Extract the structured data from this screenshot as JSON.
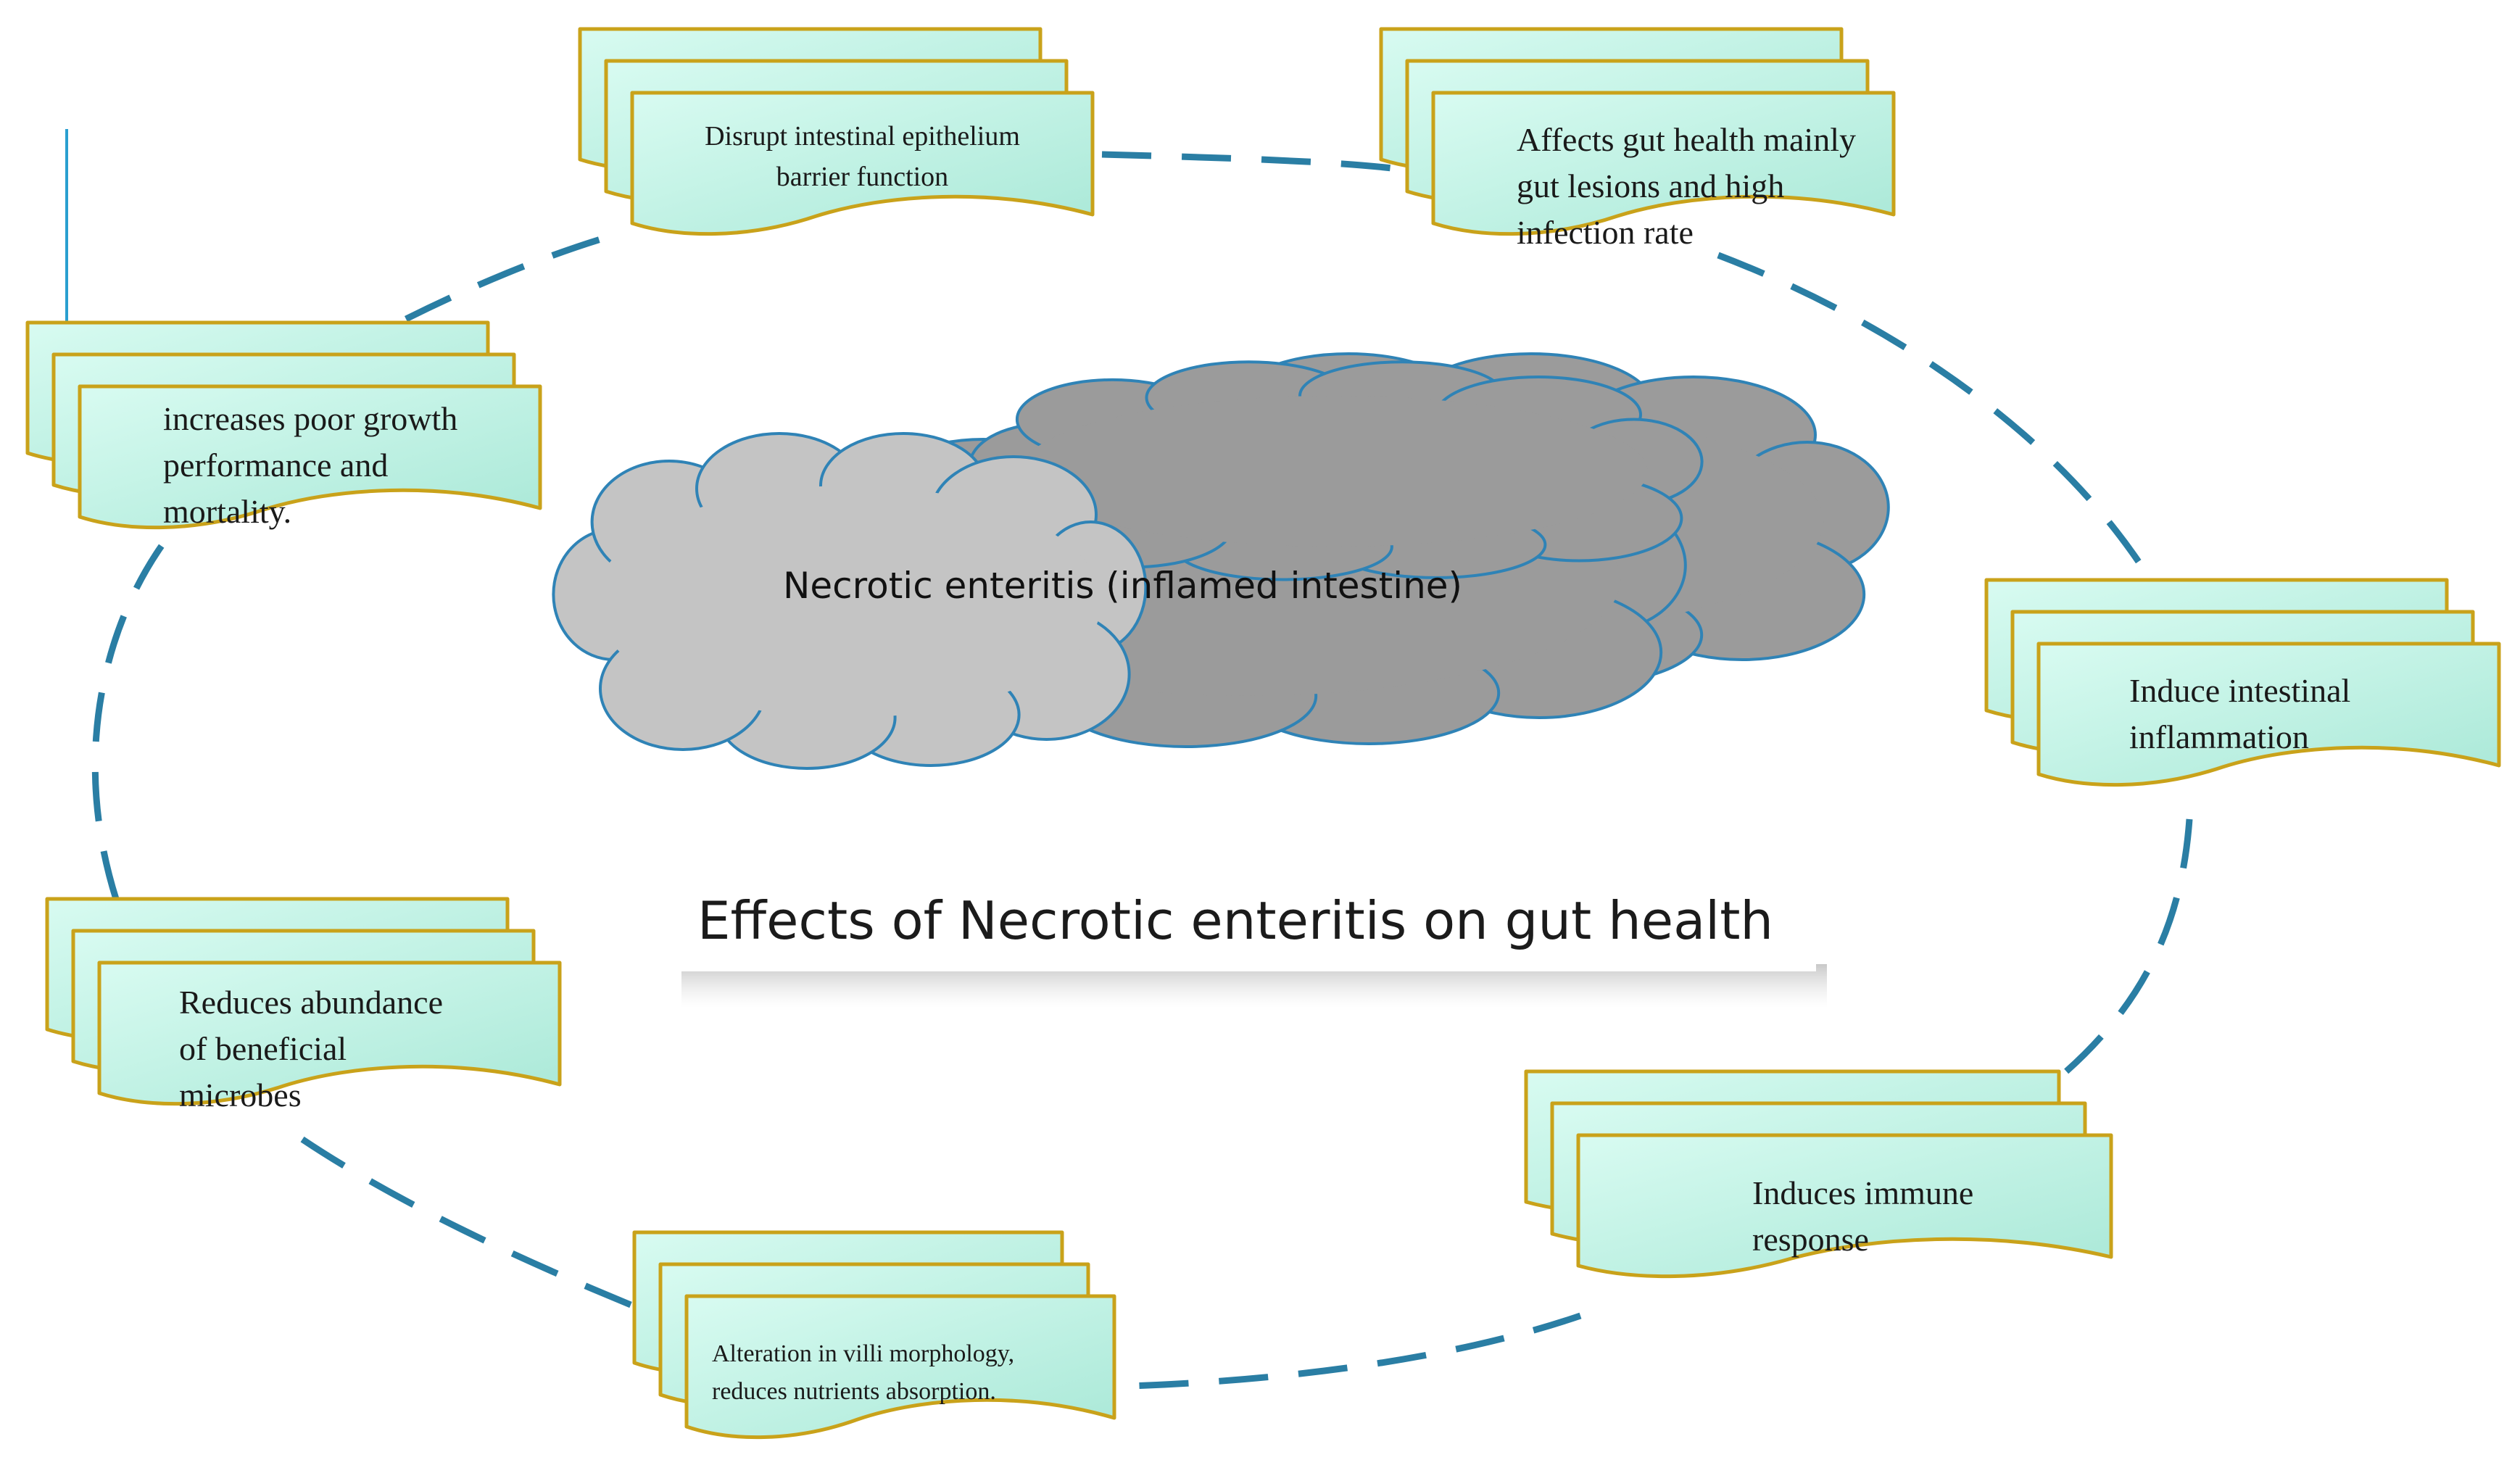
{
  "center": {
    "cloud_label": "Necrotic enteritis (inflamed intestine)",
    "title": "Effects of Necrotic enteritis on gut health"
  },
  "colors": {
    "box_fill": "#bff2e4",
    "box_border": "#c9a21a",
    "dash_line": "#2a7ea4",
    "cloud_dark": "#9b9b9b",
    "cloud_light": "#c4c4c4",
    "cloud_border": "#2f83b6"
  },
  "effects": [
    {
      "id": "epithelium",
      "lines": [
        "Disrupt intestinal epithelium",
        "barrier function"
      ]
    },
    {
      "id": "gut-lesions",
      "lines": [
        "Affects gut health mainly",
        "gut lesions and high",
        "infection rate"
      ]
    },
    {
      "id": "inflammation",
      "lines": [
        "Induce intestinal",
        "inflammation"
      ]
    },
    {
      "id": "immune",
      "lines": [
        "Induces        immune",
        "response"
      ]
    },
    {
      "id": "villi",
      "lines": [
        "Alteration in villi morphology,",
        "reduces nutrients absorption."
      ]
    },
    {
      "id": "microbes",
      "lines": [
        "Reduces abundance",
        "of beneficial",
        "microbes"
      ]
    },
    {
      "id": "growth",
      "lines": [
        "increases  poor growth",
        "performance and",
        "mortality."
      ]
    }
  ]
}
